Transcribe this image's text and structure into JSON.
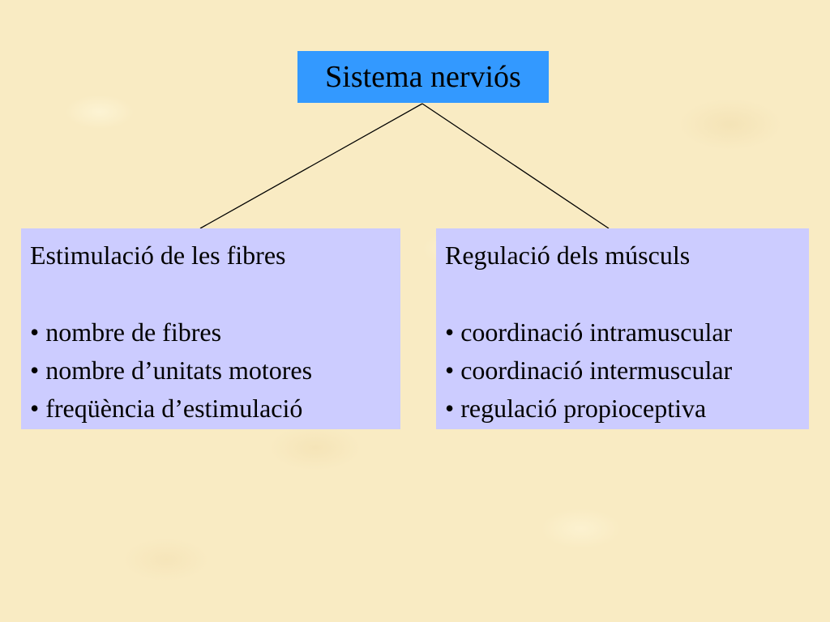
{
  "diagram": {
    "root": {
      "label": "Sistema nerviós"
    },
    "branches": [
      {
        "heading": "Estimulació de les fibres",
        "items": [
          "nombre de fibres",
          "nombre d’unitats motores",
          "freqüència d’estimulació"
        ]
      },
      {
        "heading": "Regulació dels músculs",
        "items": [
          "coordinació intramuscular",
          "coordinació intermuscular",
          "regulació propioceptiva"
        ]
      }
    ],
    "bullet": "•"
  },
  "colors": {
    "background": "#f9ebc3",
    "root_fill": "#3399ff",
    "branch_fill": "#ccccff",
    "connector": "#000000"
  }
}
